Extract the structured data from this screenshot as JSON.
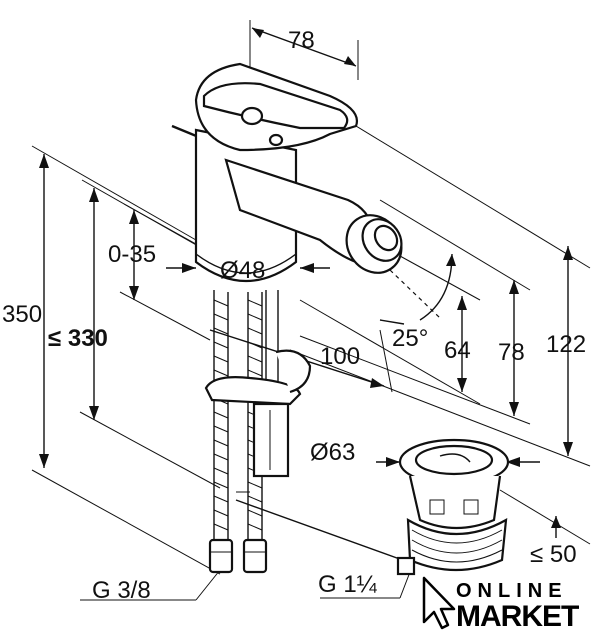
{
  "dimensions": {
    "spout_width": "78",
    "lift_range": "0-35",
    "body_diameter": "Ø48",
    "total_height": "350",
    "max_height": "≤ 330",
    "spout_reach": "100",
    "spout_angle": "25°",
    "spout_height_64": "64",
    "spout_height_78": "78",
    "top_height": "122",
    "waste_diameter": "Ø63",
    "waste_depth": "≤ 50"
  },
  "connections": {
    "supply_thread": "G 3/8",
    "waste_thread": "G 1¼"
  },
  "watermark": {
    "line1": "ONLINE",
    "line2": "MARKET"
  },
  "colors": {
    "line": "#111111",
    "background": "#ffffff"
  },
  "icons": {
    "watermark_cursor": "cursor-arrow-icon"
  }
}
